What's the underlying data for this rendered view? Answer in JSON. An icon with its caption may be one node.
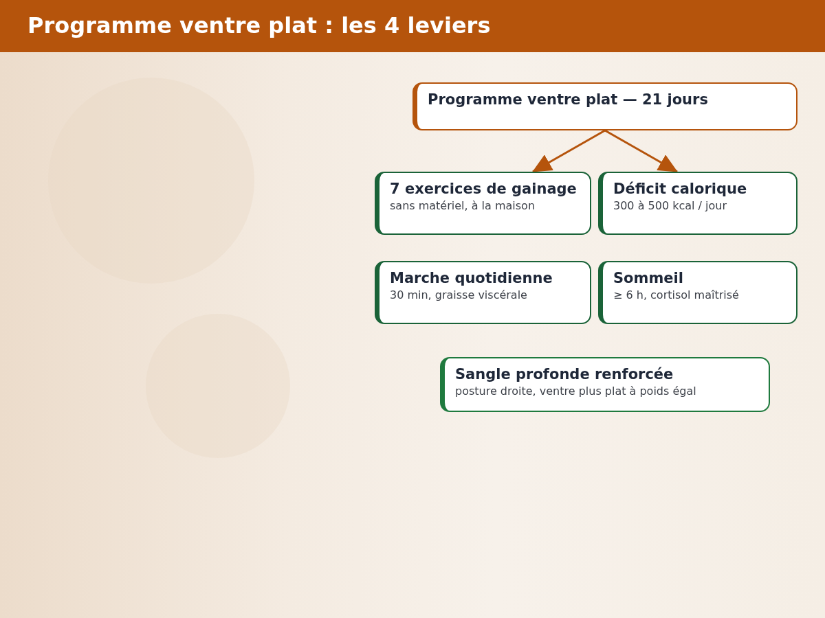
{
  "diagram": {
    "title": "Programme ventre plat : les 4 leviers",
    "nodes": [
      {
        "text": [
          "Programme ventre plat — 21 jours"
        ]
      },
      {
        "text": [
          "7 exercices de gainage",
          "sans matériel, à la maison"
        ]
      },
      {
        "text": [
          "Déficit calorique",
          "300 à 500 kcal / jour"
        ]
      },
      {
        "text": [
          "Marche quotidienne",
          "30 min, graisse viscérale"
        ]
      },
      {
        "text": [
          "Sommeil",
          "≥ 6 h, cortisol maîtrisé"
        ]
      },
      {
        "text": [
          "Sangle profonde renforcée",
          "posture droite, ventre plus plat à poids égal"
        ]
      }
    ],
    "edges": [
      {
        "from": 0,
        "to": 1,
        "arrow": "to"
      },
      {
        "from": 0,
        "to": 2,
        "arrow": "to"
      }
    ]
  }
}
